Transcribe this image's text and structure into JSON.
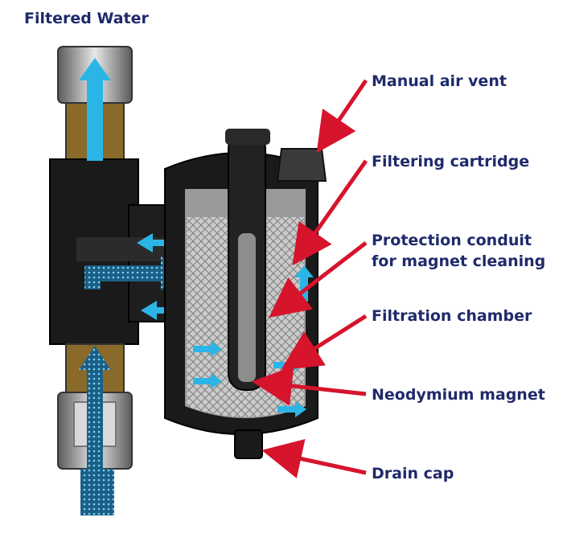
{
  "title": "Filtered Water",
  "callouts": [
    {
      "id": "manual-air-vent",
      "text": "Manual air vent"
    },
    {
      "id": "filtering-cartridge",
      "text": "Filtering cartridge"
    },
    {
      "id": "protection-conduit",
      "text": "Protection conduit",
      "text2": "for magnet cleaning"
    },
    {
      "id": "filtration-chamber",
      "text": "Filtration chamber"
    },
    {
      "id": "neodymium-magnet",
      "text": "Neodymium magnet"
    },
    {
      "id": "drain-cap",
      "text": "Drain cap"
    }
  ],
  "colors": {
    "label": "#1f2a6b",
    "arrow": "#d6142c",
    "flow": "#2bb5e6",
    "body": "#1a1a1a",
    "brass": "#8a6a2a"
  }
}
